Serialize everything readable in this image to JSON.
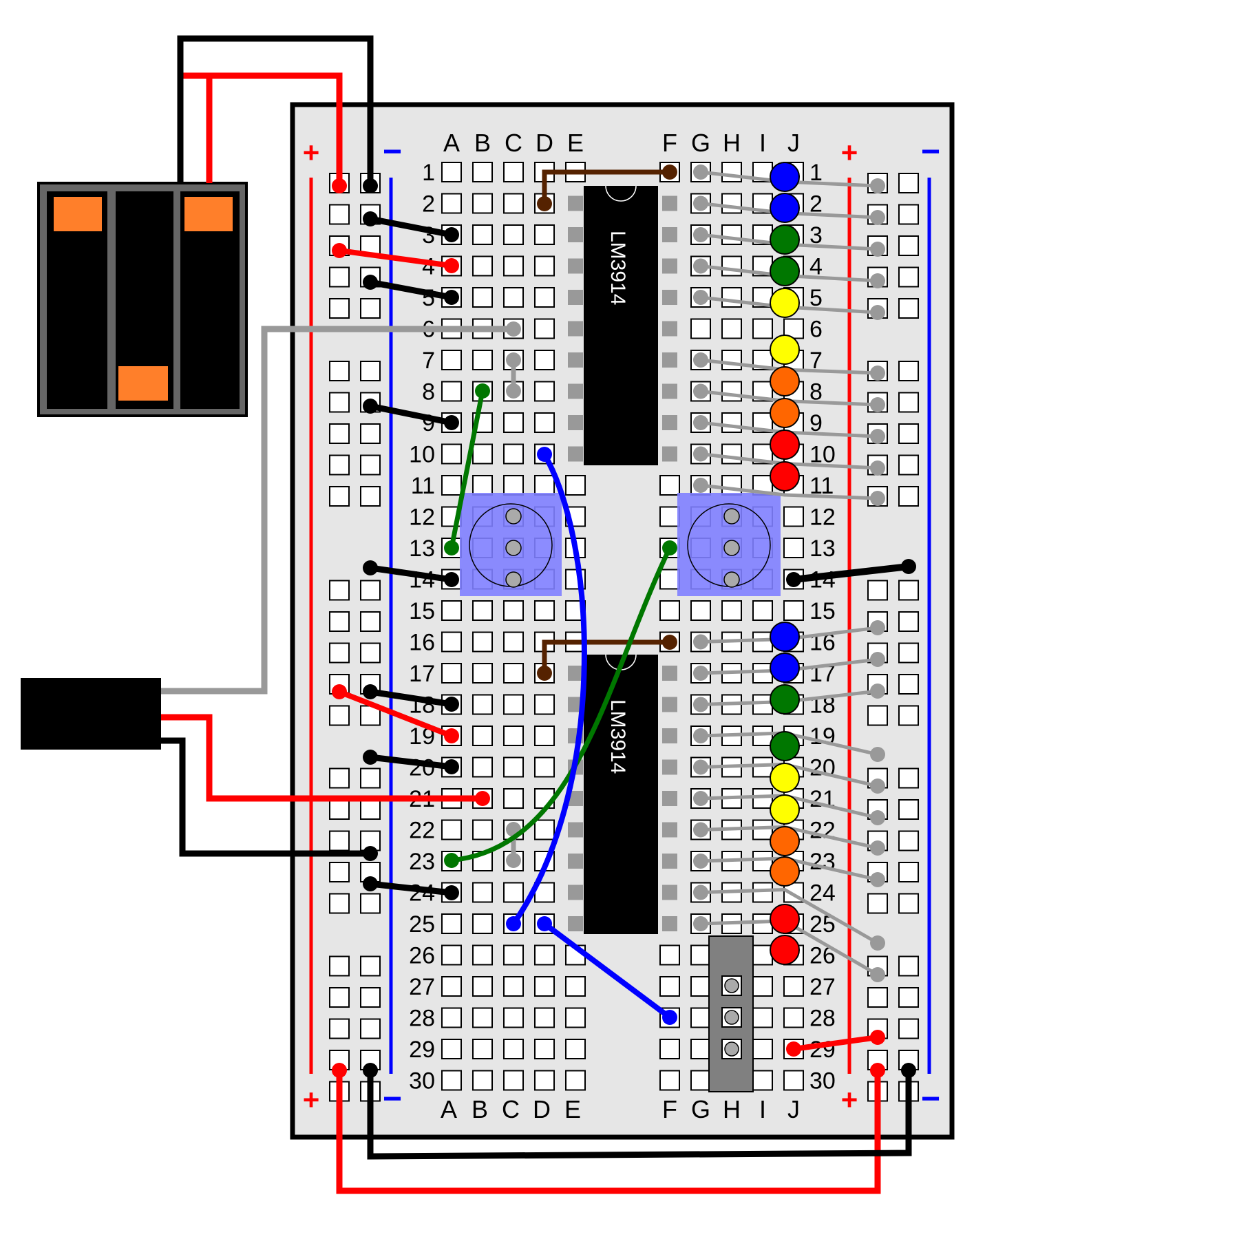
{
  "board": {
    "column_letters_left": [
      "A",
      "B",
      "C",
      "D",
      "E"
    ],
    "column_letters_right": [
      "F",
      "G",
      "H",
      "I",
      "J"
    ],
    "row_numbers": [
      "1",
      "2",
      "3",
      "4",
      "5",
      "6",
      "7",
      "8",
      "9",
      "10",
      "11",
      "12",
      "13",
      "14",
      "15",
      "16",
      "17",
      "18",
      "19",
      "20",
      "21",
      "22",
      "23",
      "24",
      "25",
      "26",
      "27",
      "28",
      "29",
      "30"
    ],
    "rail_plus_label": "+",
    "rail_minus_label": "−"
  },
  "chips": [
    {
      "label": "LM3914"
    },
    {
      "label": "LM3914"
    }
  ],
  "led_colors_top": [
    "blue",
    "blue",
    "green",
    "green",
    "yellow",
    "yellow",
    "orange",
    "orange",
    "red",
    "red"
  ],
  "led_colors_bottom": [
    "blue",
    "blue",
    "green",
    "green",
    "yellow",
    "yellow",
    "orange",
    "orange",
    "red",
    "red"
  ],
  "colors": {
    "board": "#e6e6e6",
    "rail_plus": "#ff0000",
    "rail_minus": "#0000ff",
    "wire_black": "#000000",
    "wire_red": "#ff0000",
    "wire_gray": "#999999",
    "wire_green": "#007700",
    "wire_blue": "#0000ff",
    "wire_brown": "#552200",
    "potentiometer": "#7f7fff",
    "battery_terminal": "#ff7f2a",
    "led_blue": "#0000ff",
    "led_green": "#007700",
    "led_yellow": "#ffff00",
    "led_orange": "#ff6600",
    "led_red": "#ff0000"
  }
}
